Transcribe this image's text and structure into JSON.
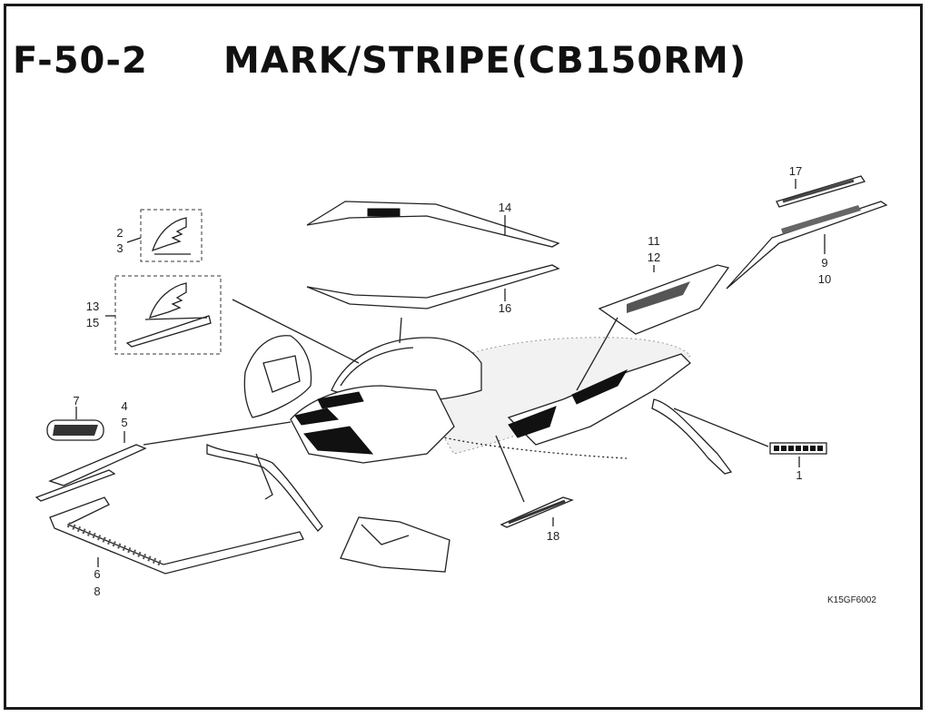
{
  "header": {
    "code": "F-50-2",
    "title": "MARK/STRIPE(CB150RM)"
  },
  "footer_ref": "K15GF6002",
  "callouts": [
    {
      "id": "c1",
      "text": "1"
    },
    {
      "id": "c2",
      "text": "2"
    },
    {
      "id": "c3",
      "text": "3"
    },
    {
      "id": "c4",
      "text": "4"
    },
    {
      "id": "c5",
      "text": "5"
    },
    {
      "id": "c6",
      "text": "6"
    },
    {
      "id": "c7",
      "text": "7"
    },
    {
      "id": "c8",
      "text": "8"
    },
    {
      "id": "c9",
      "text": "9"
    },
    {
      "id": "c10",
      "text": "10"
    },
    {
      "id": "c11",
      "text": "11"
    },
    {
      "id": "c12",
      "text": "12"
    },
    {
      "id": "c13",
      "text": "13"
    },
    {
      "id": "c14",
      "text": "14"
    },
    {
      "id": "c15",
      "text": "15"
    },
    {
      "id": "c16",
      "text": "16"
    },
    {
      "id": "c17",
      "text": "17"
    },
    {
      "id": "c18",
      "text": "18"
    }
  ]
}
